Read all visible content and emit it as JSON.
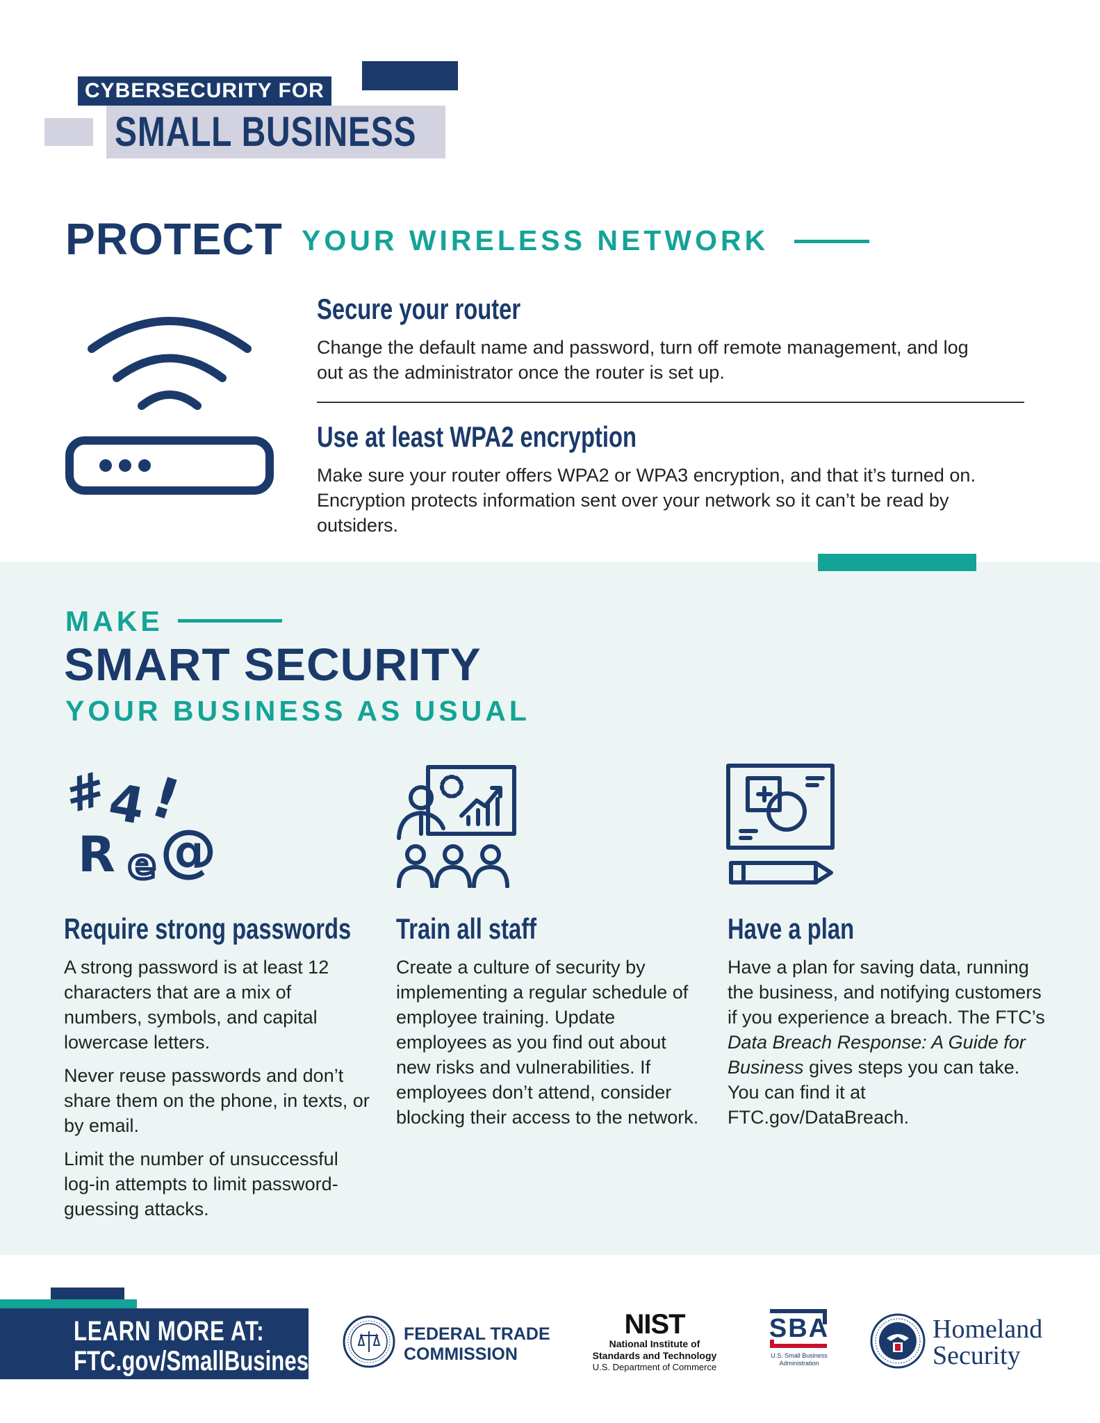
{
  "header": {
    "kicker": "CYBERSECURITY FOR",
    "title": "SMALL BUSINESS"
  },
  "section_wireless": {
    "heading_strong": "PROTECT",
    "heading_rest": "YOUR WIRELESS NETWORK",
    "items": [
      {
        "title": "Secure your router",
        "text": "Change the default name and password, turn off remote management, and log out as the administrator once the router is set up."
      },
      {
        "title": "Use at least WPA2 encryption",
        "text": "Make sure your router offers WPA2 or WPA3 encryption, and that it’s turned on. Encryption protects information sent over your network so it can’t be read by outsiders."
      }
    ]
  },
  "section_smart": {
    "heading_top": "MAKE",
    "heading_main": "SMART SECURITY",
    "heading_bottom": "YOUR BUSINESS AS USUAL",
    "columns": [
      {
        "title": "Require strong passwords",
        "paragraphs": [
          "A strong password is at least 12 characters that are a mix of numbers, symbols, and capital lowercase letters.",
          "Never reuse passwords and don’t share them on the phone, in texts, or by email.",
          "Limit the number of unsuccessful log-in attempts to limit password-guessing attacks."
        ]
      },
      {
        "title": "Train all staff",
        "paragraphs": [
          "Create a culture of security by implementing a regular schedule of employee training. Update employees as you find out about new risks and vulnerabilities. If employees don’t attend, consider blocking their access to the network."
        ]
      },
      {
        "title": "Have a plan",
        "text_before": "Have a plan for saving data, running the business, and notifying customers if you experience a breach. The FTC’s ",
        "text_italic": "Data Breach Response: A Guide for Business",
        "text_after": " gives steps you can take. You can find it at FTC.gov/DataBreach."
      }
    ],
    "password_glyphs": [
      "#",
      "4",
      "!",
      "R",
      "e",
      "@"
    ]
  },
  "footer": {
    "learn_more": "LEARN MORE AT:",
    "url": "FTC.gov/SmallBusiness",
    "ftc": {
      "line1": "FEDERAL TRADE",
      "line2": "COMMISSION"
    },
    "nist": {
      "mark": "NIST",
      "line1": "National Institute of",
      "line2": "Standards and Technology",
      "line3": "U.S. Department of Commerce"
    },
    "sba": {
      "mark": "SBA",
      "line1": "U.S. Small Business",
      "line2": "Administration"
    },
    "dhs": {
      "line1": "Homeland",
      "line2": "Security"
    }
  },
  "colors": {
    "navy": "#1b3a6b",
    "teal": "#14a397",
    "lavender": "#d3d2e0",
    "panel": "#edf5f4"
  },
  "icons": [
    "wifi-router-icon",
    "password-symbols-icon",
    "training-presentation-icon",
    "plan-whiteboard-icon",
    "ftc-seal-icon",
    "dhs-seal-icon"
  ]
}
